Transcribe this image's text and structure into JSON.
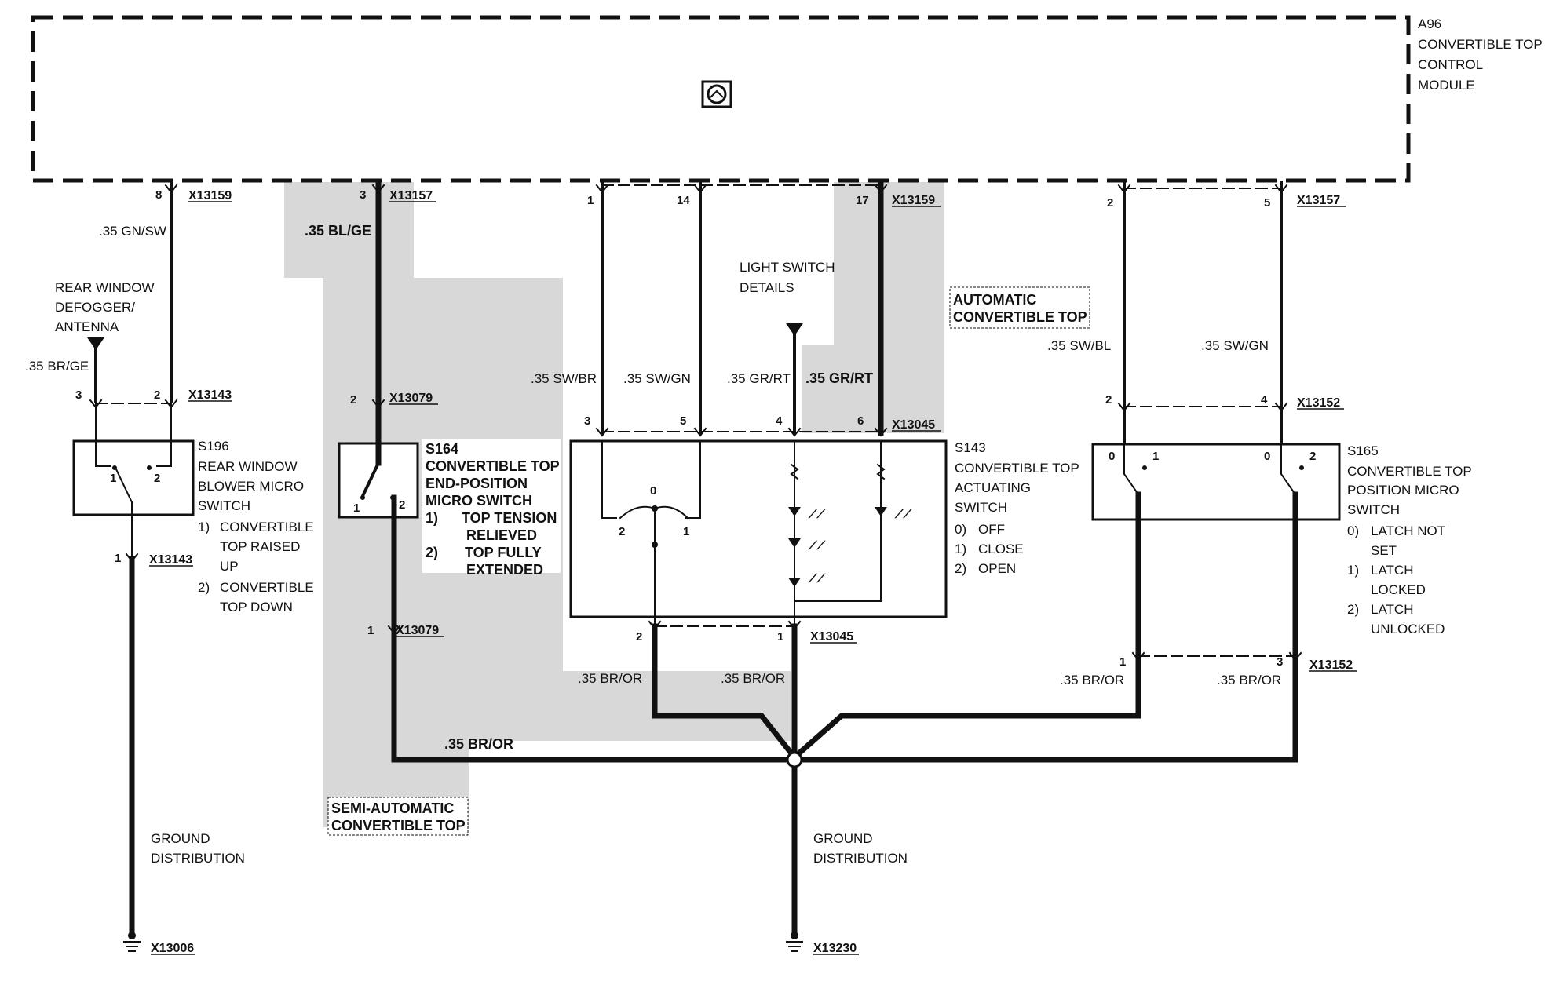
{
  "module": {
    "id": "A96",
    "name_line1": "CONVERTIBLE TOP",
    "name_line2": "CONTROL",
    "name_line3": "MODULE",
    "icon": "module-symbol-icon"
  },
  "connectors": {
    "c1": "X13159",
    "c2": "X13157",
    "c3": "X13159",
    "c4": "X13157",
    "c5": "X13143",
    "c6": "X13079",
    "c7": "X13045",
    "c8": "X13152",
    "c9": "X13143",
    "c10": "X13079",
    "c11": "X13045",
    "c12": "X13152",
    "ground_left": "X13006",
    "ground_center": "X13230"
  },
  "pins": {
    "p8": "8",
    "p3": "3",
    "p1": "1",
    "p14": "14",
    "p17": "17",
    "p2": "2",
    "p5": "5",
    "s196_3": "3",
    "s196_2": "2",
    "s196_in1": "1",
    "s196_in2": "2",
    "s196_out1": "1",
    "s164_2": "2",
    "s164_in1": "1",
    "s164_in2": "2",
    "s164_out1": "1",
    "s143_3": "3",
    "s143_5": "5",
    "s143_4": "4",
    "s143_6": "6",
    "s143_sw0": "0",
    "s143_sw2": "2",
    "s143_sw1": "1",
    "s143_out2": "2",
    "s143_out1": "1",
    "s165_2": "2",
    "s165_4": "4",
    "s165_a0": "0",
    "s165_a1": "1",
    "s165_b0": "0",
    "s165_b2": "2",
    "s165_out1": "1",
    "s165_out3": "3"
  },
  "wires": {
    "gn_sw": ".35 GN/SW",
    "bl_ge": ".35 BL/GE",
    "br_ge": ".35 BR/GE",
    "sw_br": ".35 SW/BR",
    "sw_gn": ".35 SW/GN",
    "gr_rt": ".35 GR/RT",
    "gr_rt_bold": ".35 GR/RT",
    "sw_bl": ".35 SW/BL",
    "sw_gn2": ".35 SW/GN",
    "br_or_1": ".35 BR/OR",
    "br_or_2": ".35 BR/OR",
    "br_or_3": ".35 BR/OR",
    "br_or_4": ".35 BR/OR",
    "br_or_main": ".35 BR/OR"
  },
  "labels": {
    "rear_window_l1": "REAR WINDOW",
    "rear_window_l2": "DEFOGGER/",
    "rear_window_l3": "ANTENNA",
    "light_switch_l1": "LIGHT SWITCH",
    "light_switch_l2": "DETAILS",
    "auto_top_l1": "AUTOMATIC",
    "auto_top_l2": "CONVERTIBLE TOP",
    "semi_top_l1": "SEMI-AUTOMATIC",
    "semi_top_l2": "CONVERTIBLE TOP",
    "ground_left_l1": "GROUND",
    "ground_left_l2": "DISTRIBUTION",
    "ground_center_l1": "GROUND",
    "ground_center_l2": "DISTRIBUTION"
  },
  "s196": {
    "id": "S196",
    "l1": "REAR WINDOW",
    "l2": "BLOWER MICRO",
    "l3": "SWITCH",
    "o1n": "1)",
    "o1a": "CONVERTIBLE",
    "o1b": "TOP RAISED",
    "o1c": "UP",
    "o2n": "2)",
    "o2a": "CONVERTIBLE",
    "o2b": "TOP DOWN"
  },
  "s164": {
    "id": "S164",
    "l1": "CONVERTIBLE TOP",
    "l2": "END-POSITION",
    "l3": "MICRO SWITCH",
    "o1n": "1)",
    "o1a": "TOP TENSION",
    "o1b": "RELIEVED",
    "o2n": "2)",
    "o2a": "TOP FULLY",
    "o2b": "EXTENDED"
  },
  "s143": {
    "id": "S143",
    "l1": "CONVERTIBLE TOP",
    "l2": "ACTUATING",
    "l3": "SWITCH",
    "o0n": "0)",
    "o0": "OFF",
    "o1n": "1)",
    "o1": "CLOSE",
    "o2n": "2)",
    "o2": "OPEN"
  },
  "s165": {
    "id": "S165",
    "l1": "CONVERTIBLE TOP",
    "l2": "POSITION MICRO",
    "l3": "SWITCH",
    "o0n": "0)",
    "o0a": "LATCH NOT",
    "o0b": "SET",
    "o1n": "1)",
    "o1a": "LATCH",
    "o1b": "LOCKED",
    "o2n": "2)",
    "o2a": "LATCH",
    "o2b": "UNLOCKED"
  }
}
